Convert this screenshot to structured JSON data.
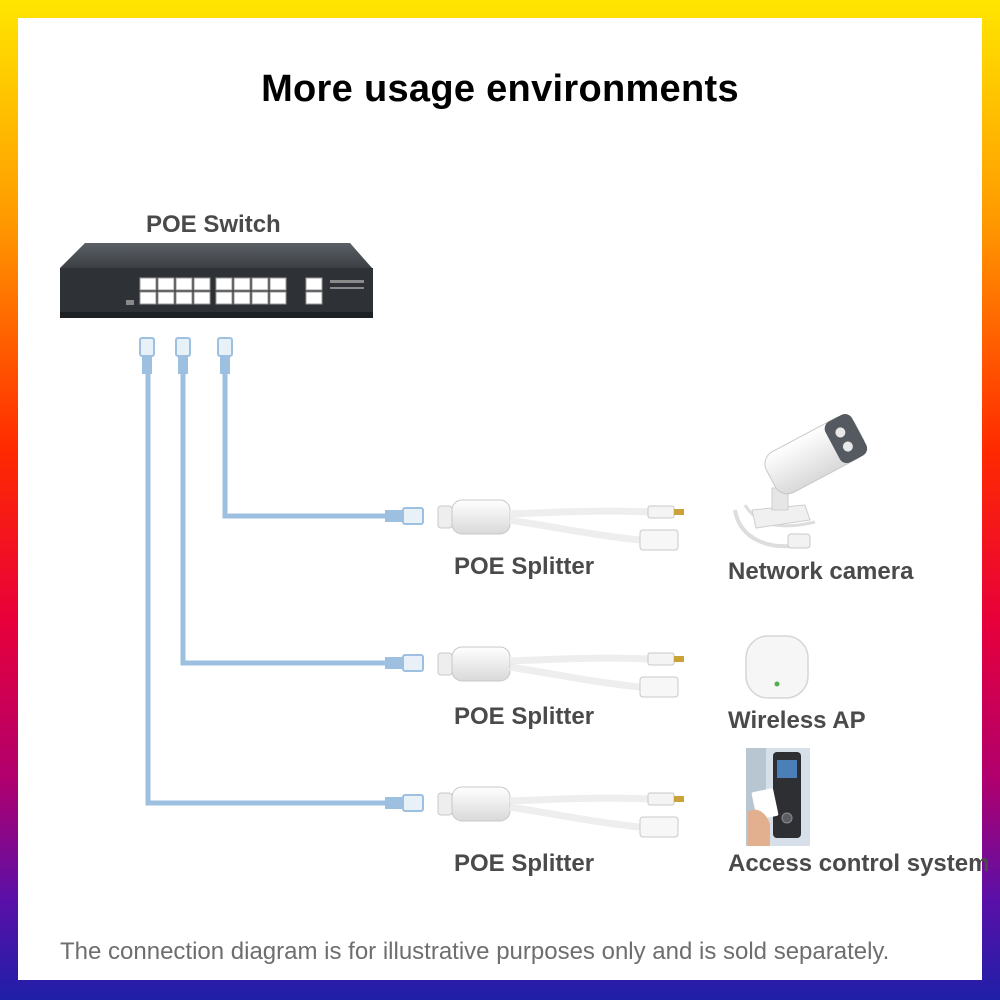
{
  "title": "More usage environments",
  "switch": {
    "label": "POE Switch"
  },
  "splitters": [
    {
      "label": "POE Splitter"
    },
    {
      "label": "POE Splitter"
    },
    {
      "label": "POE Splitter"
    }
  ],
  "devices": [
    {
      "label": "Network camera",
      "icon": "camera-icon"
    },
    {
      "label": "Wireless AP",
      "icon": "wireless-ap-icon"
    },
    {
      "label": "Access control system",
      "icon": "access-control-icon"
    }
  ],
  "footnote": "The connection diagram is for illustrative purposes only and is sold separately.",
  "colors": {
    "cable": "#9dbfe0",
    "switch_body": "#45494d",
    "device_white": "#f2f2f2"
  }
}
